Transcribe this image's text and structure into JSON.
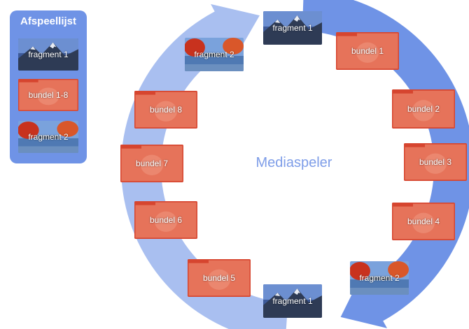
{
  "colors": {
    "ring_light": "#a9bff0",
    "ring_dark": "#6f93e6",
    "bundle": "#e6735a",
    "bundle_border": "#d6452f",
    "panel": "#6f93e6",
    "title": "#7e9de8"
  },
  "playlist": {
    "title": "Afspeellijst",
    "items": [
      {
        "label": "fragment 1",
        "kind": "mountain"
      },
      {
        "label": "bundel 1-8",
        "kind": "bundle"
      },
      {
        "label": "fragment 2",
        "kind": "autumn"
      }
    ]
  },
  "player": {
    "title": "Mediaspeler"
  },
  "nodes": [
    {
      "label": "fragment 1",
      "kind": "mountain"
    },
    {
      "label": "bundel 1",
      "kind": "bundle"
    },
    {
      "label": "bundel 2",
      "kind": "bundle"
    },
    {
      "label": "bundel 3",
      "kind": "bundle"
    },
    {
      "label": "bundel 4",
      "kind": "bundle"
    },
    {
      "label": "fragment 2",
      "kind": "autumn"
    },
    {
      "label": "fragment 1",
      "kind": "mountain"
    },
    {
      "label": "bundel 5",
      "kind": "bundle"
    },
    {
      "label": "bundel 6",
      "kind": "bundle"
    },
    {
      "label": "bundel 7",
      "kind": "bundle"
    },
    {
      "label": "bundel 8",
      "kind": "bundle"
    },
    {
      "label": "fragment 2",
      "kind": "autumn"
    }
  ]
}
